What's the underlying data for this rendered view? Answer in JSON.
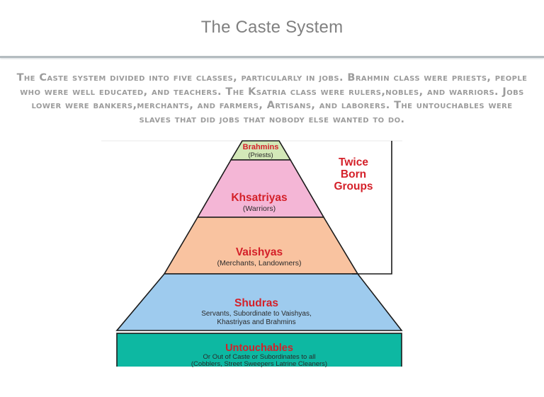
{
  "page": {
    "title": "The Caste System",
    "description": "The Caste system divided into five classes, particularly in jobs. Brahmin class were priests, people who were well educated, and teachers. The Ksatria class were rulers,nobles, and warriors. Jobs lower were bankers,merchants, and farmers, Artisans, and laborers. The untouchables were slaves that did jobs that nobody else wanted to do."
  },
  "pyramid": {
    "tiers": [
      {
        "name": "Brahmins",
        "sub1": "(Priests)",
        "sub2": "",
        "color": "#d3e8b8"
      },
      {
        "name": "Khsatriyas",
        "sub1": "(Warriors)",
        "sub2": "",
        "color": "#f4b6d6"
      },
      {
        "name": "Vaishyas",
        "sub1": "(Merchants, Landowners)",
        "sub2": "",
        "color": "#f9c3a0"
      },
      {
        "name": "Shudras",
        "sub1": "Servants, Subordinate to Vaishyas,",
        "sub2": "Khastriyas and Brahmins",
        "color": "#9ecbee"
      },
      {
        "name": "Untouchables",
        "sub1": "Or Out of Caste or Subordinates to all",
        "sub2": "(Cobblers, Street Sweepers Latrine Cleaners)",
        "color": "#0db8a2"
      }
    ],
    "bracket_label": [
      "Twice",
      "Born",
      "Groups"
    ],
    "label_color": "#d42029"
  }
}
